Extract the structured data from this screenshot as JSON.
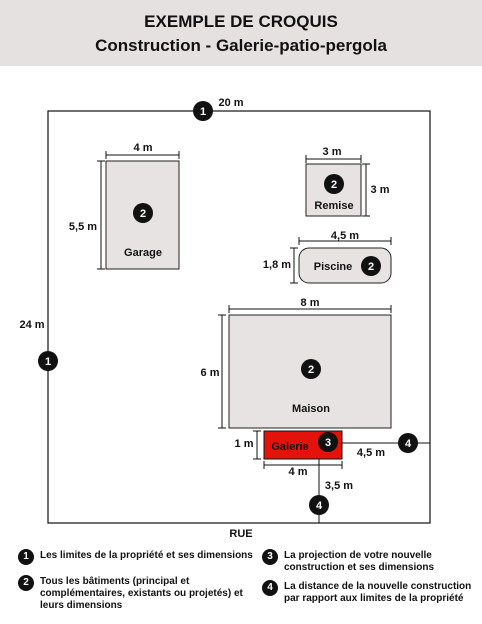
{
  "header": {
    "title": "EXEMPLE DE CROQUIS",
    "subtitle": "Construction - Galerie-patio-pergola"
  },
  "plan": {
    "lot_width": "20 m",
    "lot_depth": "24 m",
    "street": "RUE",
    "garage": {
      "label": "Garage",
      "width": "4 m",
      "depth": "5,5 m",
      "marker": "2"
    },
    "remise": {
      "label": "Remise",
      "width": "3 m",
      "depth": "3 m",
      "marker": "2"
    },
    "piscine": {
      "label": "Piscine",
      "width": "4,5 m",
      "depth": "1,8 m",
      "marker": "2"
    },
    "maison": {
      "label": "Maison",
      "width": "8 m",
      "depth": "6 m",
      "marker": "2"
    },
    "galerie": {
      "label": "Galerie",
      "width": "4 m",
      "depth": "1 m",
      "marker": "3",
      "color": "#e3120b"
    },
    "distance_side": "4,5 m",
    "distance_front": "3,5 m",
    "marker_lot": "1",
    "marker_distance": "4"
  },
  "legend": {
    "items": [
      {
        "num": "1",
        "lines": [
          "Les limites de la propriété et ses dimensions"
        ]
      },
      {
        "num": "2",
        "lines": [
          "Tous les bâtiments (principal et",
          "complémentaires, existants ou projetés) et",
          "leurs dimensions"
        ]
      },
      {
        "num": "3",
        "lines": [
          "La projection de votre nouvelle",
          "construction et ses dimensions"
        ]
      },
      {
        "num": "4",
        "lines": [
          "La distance de la nouvelle construction",
          "par rapport aux limites de la propriété"
        ]
      }
    ]
  },
  "colors": {
    "header_bg": "#e6e1e1",
    "building_fill": "#e8e3e3",
    "galerie_fill": "#e3120b",
    "marker_fill": "#111111"
  }
}
